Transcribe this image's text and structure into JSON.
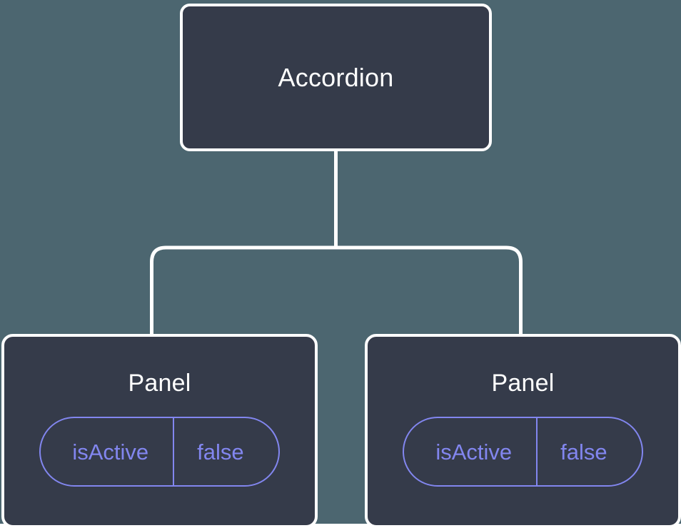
{
  "diagram": {
    "type": "component-tree",
    "background_color": "#4c6670",
    "node_fill_color": "#353b4a",
    "node_border_color": "#ffffff",
    "edge_color": "#ffffff",
    "accent_color": "#8286ef",
    "title_text_color": "#ffffff",
    "root": {
      "label": "Accordion"
    },
    "children": [
      {
        "label": "Panel",
        "state": {
          "key": "isActive",
          "value": "false"
        }
      },
      {
        "label": "Panel",
        "state": {
          "key": "isActive",
          "value": "false"
        }
      }
    ]
  }
}
